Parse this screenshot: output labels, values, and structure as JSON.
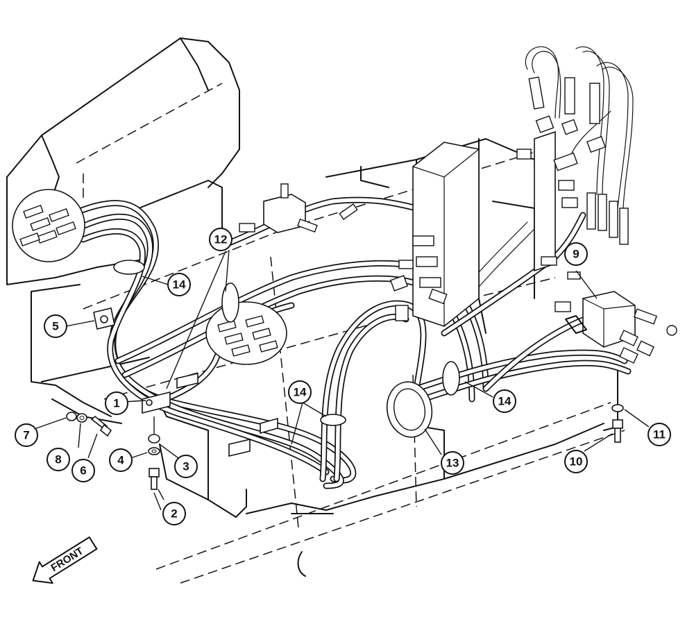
{
  "callouts": [
    {
      "id": "c1",
      "label": "1"
    },
    {
      "id": "c2",
      "label": "2"
    },
    {
      "id": "c3",
      "label": "3"
    },
    {
      "id": "c4",
      "label": "4"
    },
    {
      "id": "c5",
      "label": "5"
    },
    {
      "id": "c6",
      "label": "6"
    },
    {
      "id": "c7",
      "label": "7"
    },
    {
      "id": "c8",
      "label": "8"
    },
    {
      "id": "c9",
      "label": "9"
    },
    {
      "id": "c10",
      "label": "10"
    },
    {
      "id": "c11",
      "label": "11"
    },
    {
      "id": "c12",
      "label": "12"
    },
    {
      "id": "c13",
      "label": "13"
    },
    {
      "id": "c14a",
      "label": "14"
    },
    {
      "id": "c14b",
      "label": "14"
    },
    {
      "id": "c14c",
      "label": "14"
    }
  ],
  "direction_indicator": {
    "label": "FRONT",
    "icon": "front-arrow-icon"
  }
}
